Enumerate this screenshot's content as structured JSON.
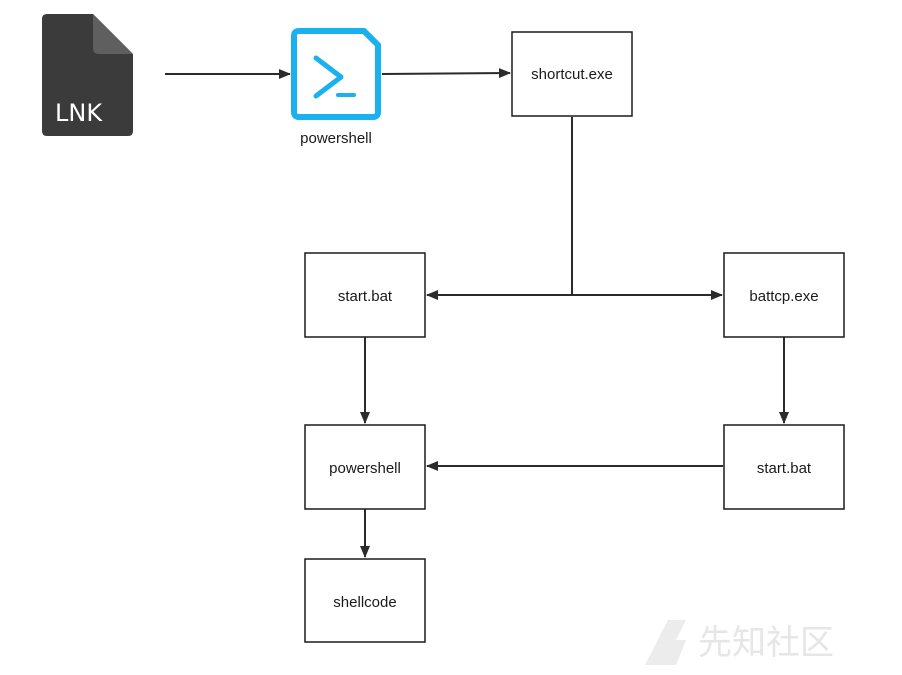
{
  "nodes": {
    "lnk_file": {
      "label": "LNK"
    },
    "powershell_icon": {
      "label": "powershell"
    },
    "shortcut_exe": {
      "label": "shortcut.exe"
    },
    "start_bat_left": {
      "label": "start.bat"
    },
    "battcp_exe": {
      "label": "battcp.exe"
    },
    "powershell_box": {
      "label": "powershell"
    },
    "start_bat_right": {
      "label": "start.bat"
    },
    "shellcode": {
      "label": "shellcode"
    }
  },
  "edges": [
    {
      "from": "lnk_file",
      "to": "powershell_icon"
    },
    {
      "from": "powershell_icon",
      "to": "shortcut_exe"
    },
    {
      "from": "shortcut_exe",
      "to": "start_bat_left"
    },
    {
      "from": "shortcut_exe",
      "to": "battcp_exe"
    },
    {
      "from": "start_bat_left",
      "to": "powershell_box"
    },
    {
      "from": "battcp_exe",
      "to": "start_bat_right"
    },
    {
      "from": "start_bat_right",
      "to": "powershell_box"
    },
    {
      "from": "powershell_box",
      "to": "shellcode"
    }
  ],
  "watermark": {
    "text": "先知社区"
  },
  "colors": {
    "lnk_icon_body": "#3b3b3b",
    "lnk_icon_fold": "#5f5f5f",
    "powershell_icon": "#1ab1f0",
    "line": "#2b2b2b",
    "box_border": "#1a1a1a",
    "watermark": "#e6e6e6"
  }
}
